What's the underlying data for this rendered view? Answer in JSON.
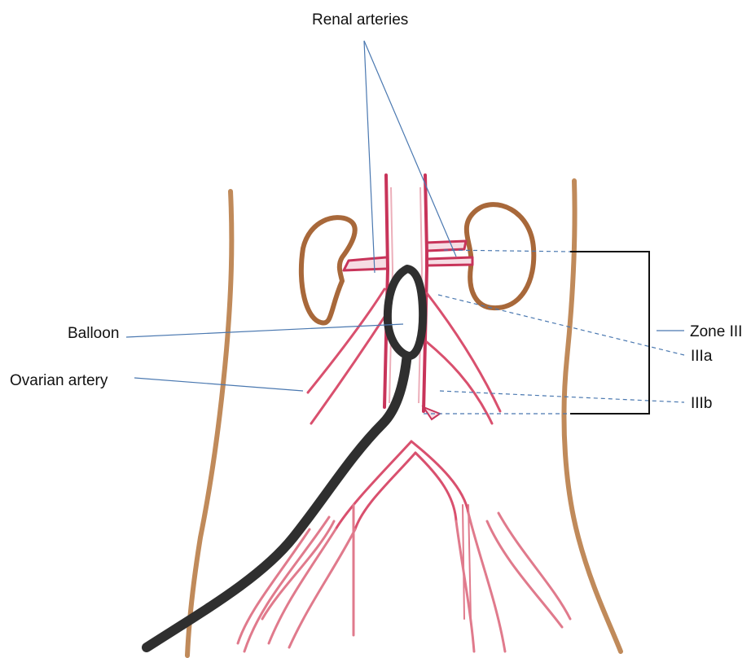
{
  "labels": {
    "renal_arteries": "Renal arteries",
    "balloon": "Balloon",
    "ovarian_artery": "Ovarian artery",
    "zone": "Zone III",
    "zone_a": "IIIa",
    "zone_b": "IIIb"
  },
  "colors": {
    "artery_fill": "#f6dde4",
    "artery_stroke": "#c8345a",
    "artery_stroke_light": "#e07a8c",
    "kidney": "#a8683a",
    "body_outline": "#c08a5a",
    "catheter": "#2f2f2f",
    "leader_line": "#4a78b0",
    "bracket": "#111111"
  }
}
